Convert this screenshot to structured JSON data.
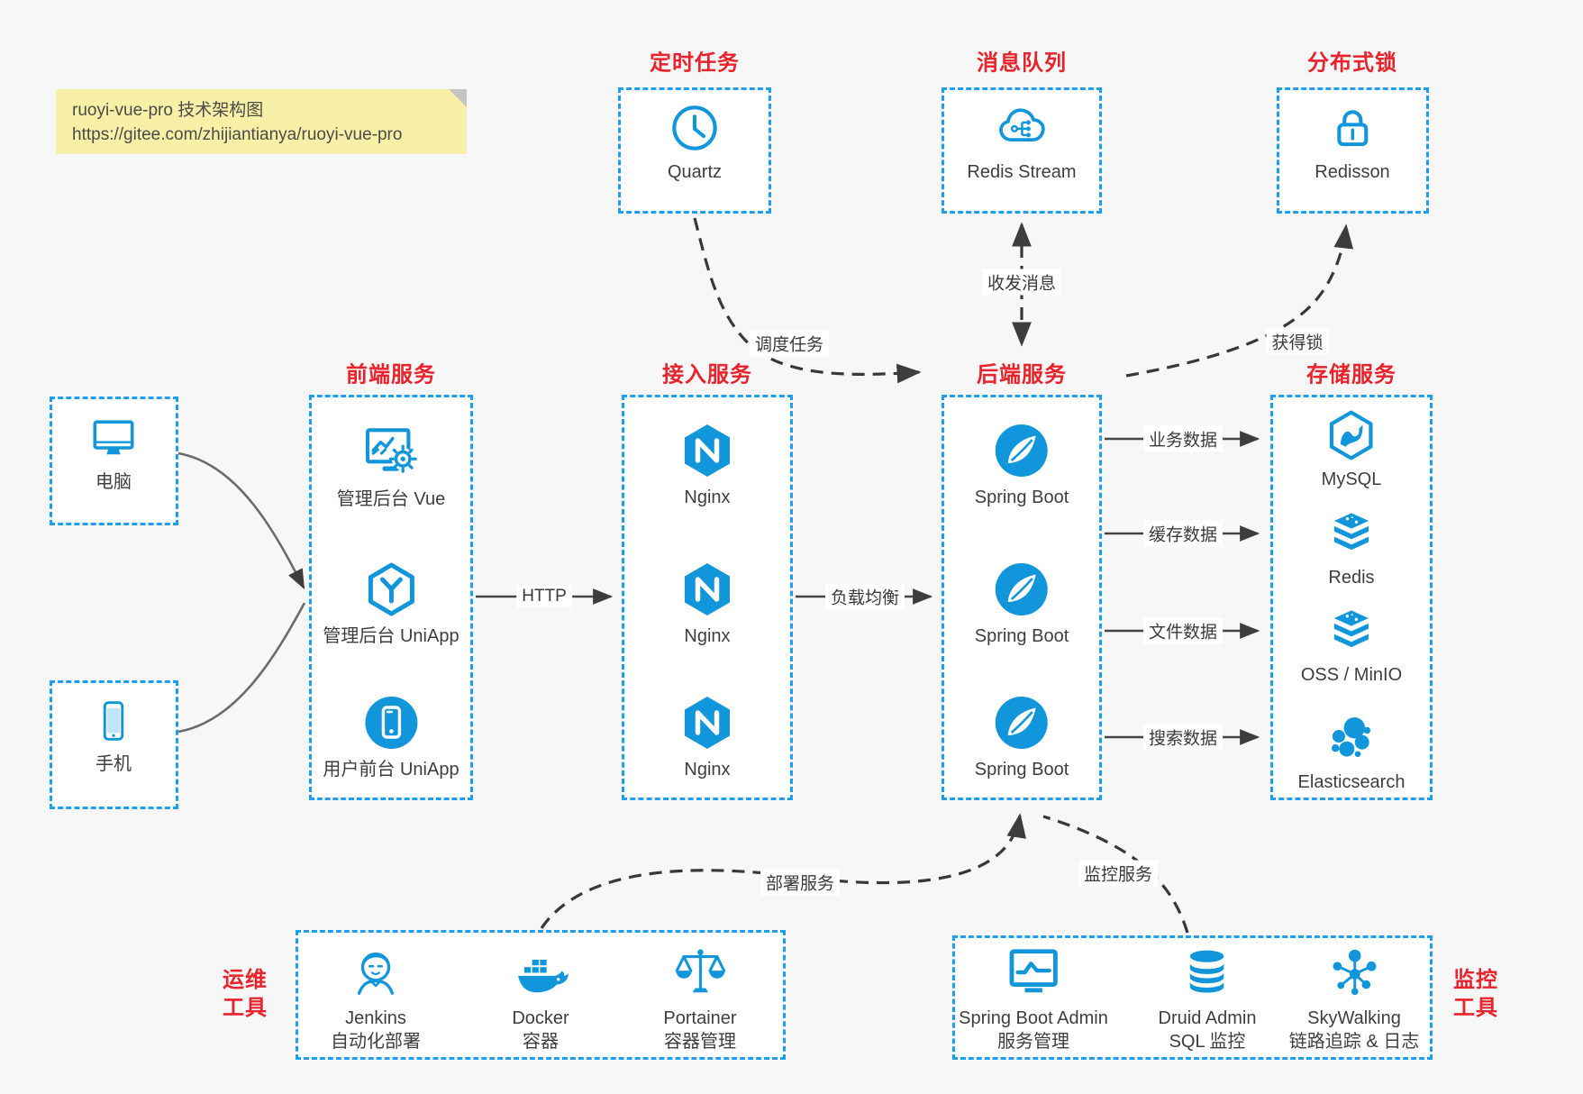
{
  "note": {
    "line1": "ruoyi-vue-pro 技术架构图",
    "line2": "https://gitee.com/zhijiantianya/ruoyi-vue-pro"
  },
  "colors": {
    "icon_blue": "#1296db",
    "dashed_border_blue": "#1d9ff1",
    "title_red": "#e9232b",
    "note_yellow": "#f8f0a6"
  },
  "top_groups": [
    {
      "title": "定时任务",
      "item": {
        "icon": "clock-icon",
        "label": "Quartz"
      }
    },
    {
      "title": "消息队列",
      "item": {
        "icon": "cloud-network-icon",
        "label": "Redis Stream"
      }
    },
    {
      "title": "分布式锁",
      "item": {
        "icon": "lock-icon",
        "label": "Redisson"
      }
    }
  ],
  "clients": [
    {
      "icon": "desktop-icon",
      "label": "电脑"
    },
    {
      "icon": "smartphone-icon",
      "label": "手机"
    }
  ],
  "columns": [
    {
      "title": "前端服务",
      "items": [
        {
          "icon": "admin-vue-icon",
          "label": "管理后台 Vue"
        },
        {
          "icon": "uniapp-hexagon-icon",
          "label": "管理后台 UniApp"
        },
        {
          "icon": "user-app-icon",
          "label": "用户前台 UniApp"
        }
      ]
    },
    {
      "title": "接入服务",
      "items": [
        {
          "icon": "nginx-icon",
          "label": "Nginx"
        },
        {
          "icon": "nginx-icon",
          "label": "Nginx"
        },
        {
          "icon": "nginx-icon",
          "label": "Nginx"
        }
      ]
    },
    {
      "title": "后端服务",
      "items": [
        {
          "icon": "spring-boot-icon",
          "label": "Spring Boot"
        },
        {
          "icon": "spring-boot-icon",
          "label": "Spring Boot"
        },
        {
          "icon": "spring-boot-icon",
          "label": "Spring Boot"
        }
      ]
    },
    {
      "title": "存储服务",
      "items": [
        {
          "icon": "mysql-icon",
          "label": "MySQL"
        },
        {
          "icon": "redis-icon",
          "label": "Redis"
        },
        {
          "icon": "storage-layers-icon",
          "label": "OSS / MinIO"
        },
        {
          "icon": "elasticsearch-icon",
          "label": "Elasticsearch"
        }
      ]
    }
  ],
  "bottom_groups": [
    {
      "side_label1": "运维",
      "side_label2": "工具",
      "items": [
        {
          "icon": "jenkins-icon",
          "label": "Jenkins",
          "sublabel": "自动化部署"
        },
        {
          "icon": "docker-icon",
          "label": "Docker",
          "sublabel": "容器"
        },
        {
          "icon": "portainer-icon",
          "label": "Portainer",
          "sublabel": "容器管理"
        }
      ]
    },
    {
      "side_label1": "监控",
      "side_label2": "工具",
      "items": [
        {
          "icon": "springboot-admin-icon",
          "label": "Spring Boot Admin",
          "sublabel": "服务管理"
        },
        {
          "icon": "druid-icon",
          "label": "Druid Admin",
          "sublabel": "SQL 监控"
        },
        {
          "icon": "skywalking-icon",
          "label": "SkyWalking",
          "sublabel": "链路追踪 & 日志"
        }
      ]
    }
  ],
  "edges": {
    "http": "HTTP",
    "load_balance": "负载均衡",
    "business_data": "业务数据",
    "cache_data": "缓存数据",
    "file_data": "文件数据",
    "search_data": "搜索数据",
    "schedule_task": "调度任务",
    "messaging": "收发消息",
    "acquire_lock": "获得锁",
    "deploy_service": "部署服务",
    "monitor_service": "监控服务"
  }
}
